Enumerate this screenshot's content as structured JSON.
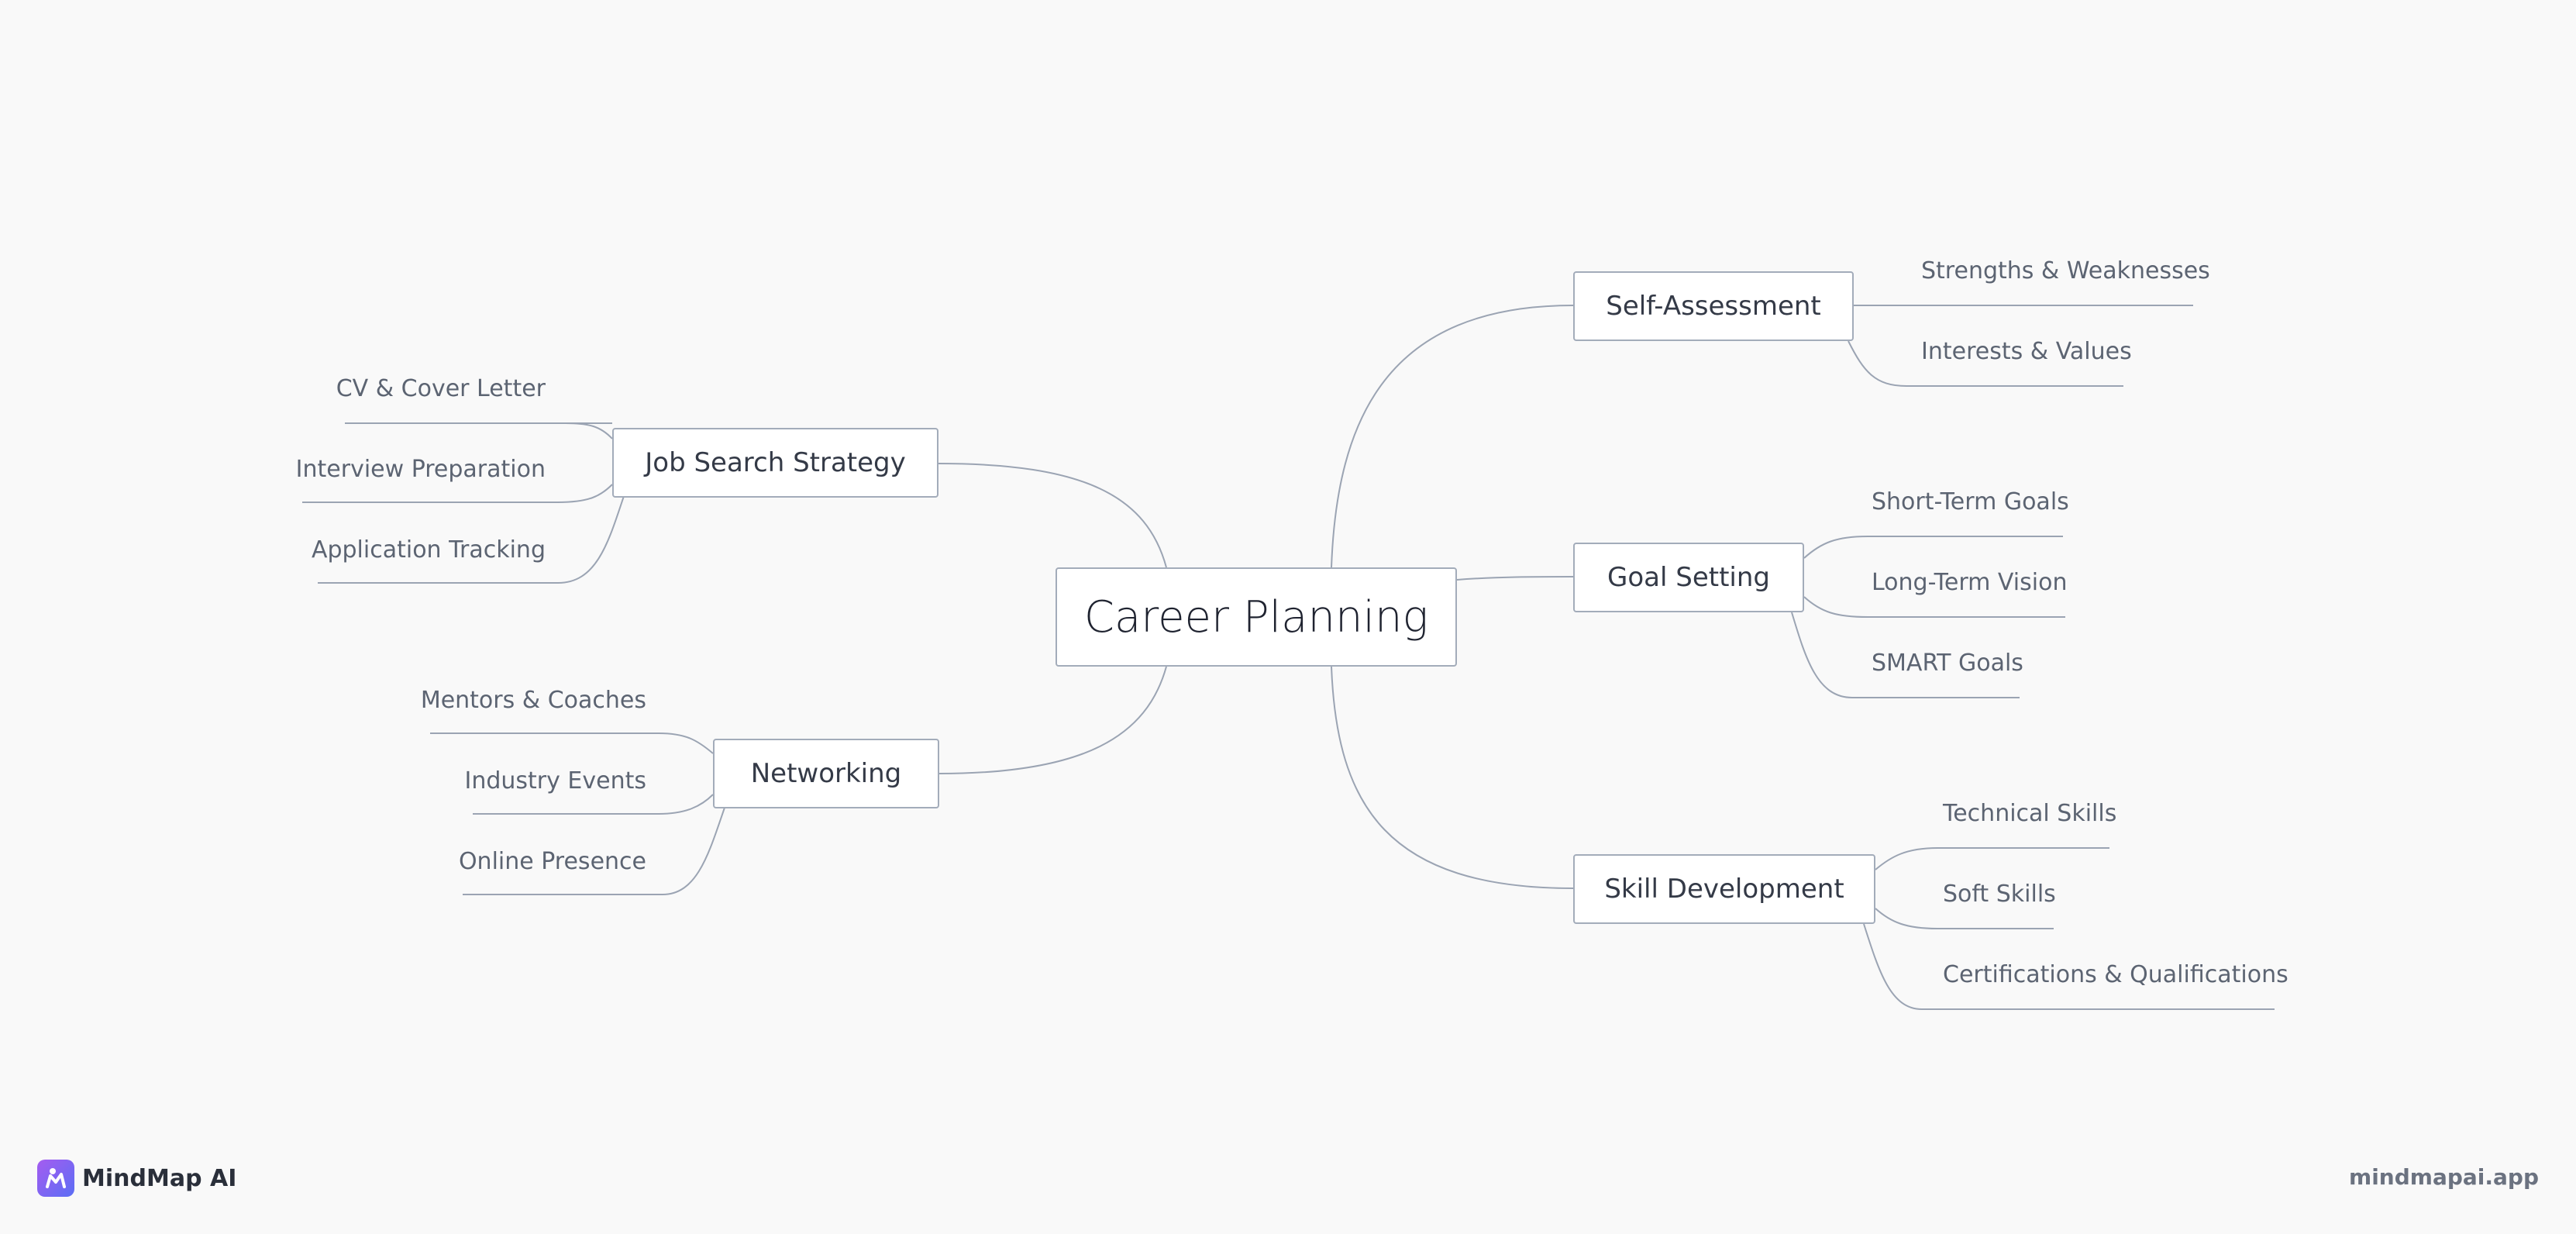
{
  "central": {
    "label": "Career Planning"
  },
  "branches": [
    {
      "label": "Self-Assessment",
      "items": [
        "Strengths & Weaknesses",
        "Interests & Values"
      ]
    },
    {
      "label": "Goal Setting",
      "items": [
        "Short-Term Goals",
        "Long-Term Vision",
        "SMART Goals"
      ]
    },
    {
      "label": "Skill Development",
      "items": [
        "Technical Skills",
        "Soft Skills",
        "Certifications & Qualifications"
      ]
    },
    {
      "label": "Job Search Strategy",
      "items": [
        "CV & Cover Letter",
        "Interview Preparation",
        "Application Tracking"
      ]
    },
    {
      "label": "Networking",
      "items": [
        "Mentors & Coaches",
        "Industry Events",
        "Online Presence"
      ]
    }
  ],
  "footer": {
    "brand": "MindMap AI",
    "site": "mindmapai.app"
  },
  "colors": {
    "background": "#f9f9f9",
    "connector": "#9ba4b3",
    "node_border": "#a3acba",
    "brand_gradient": [
      "#a55cf0",
      "#5b6ef5"
    ]
  }
}
